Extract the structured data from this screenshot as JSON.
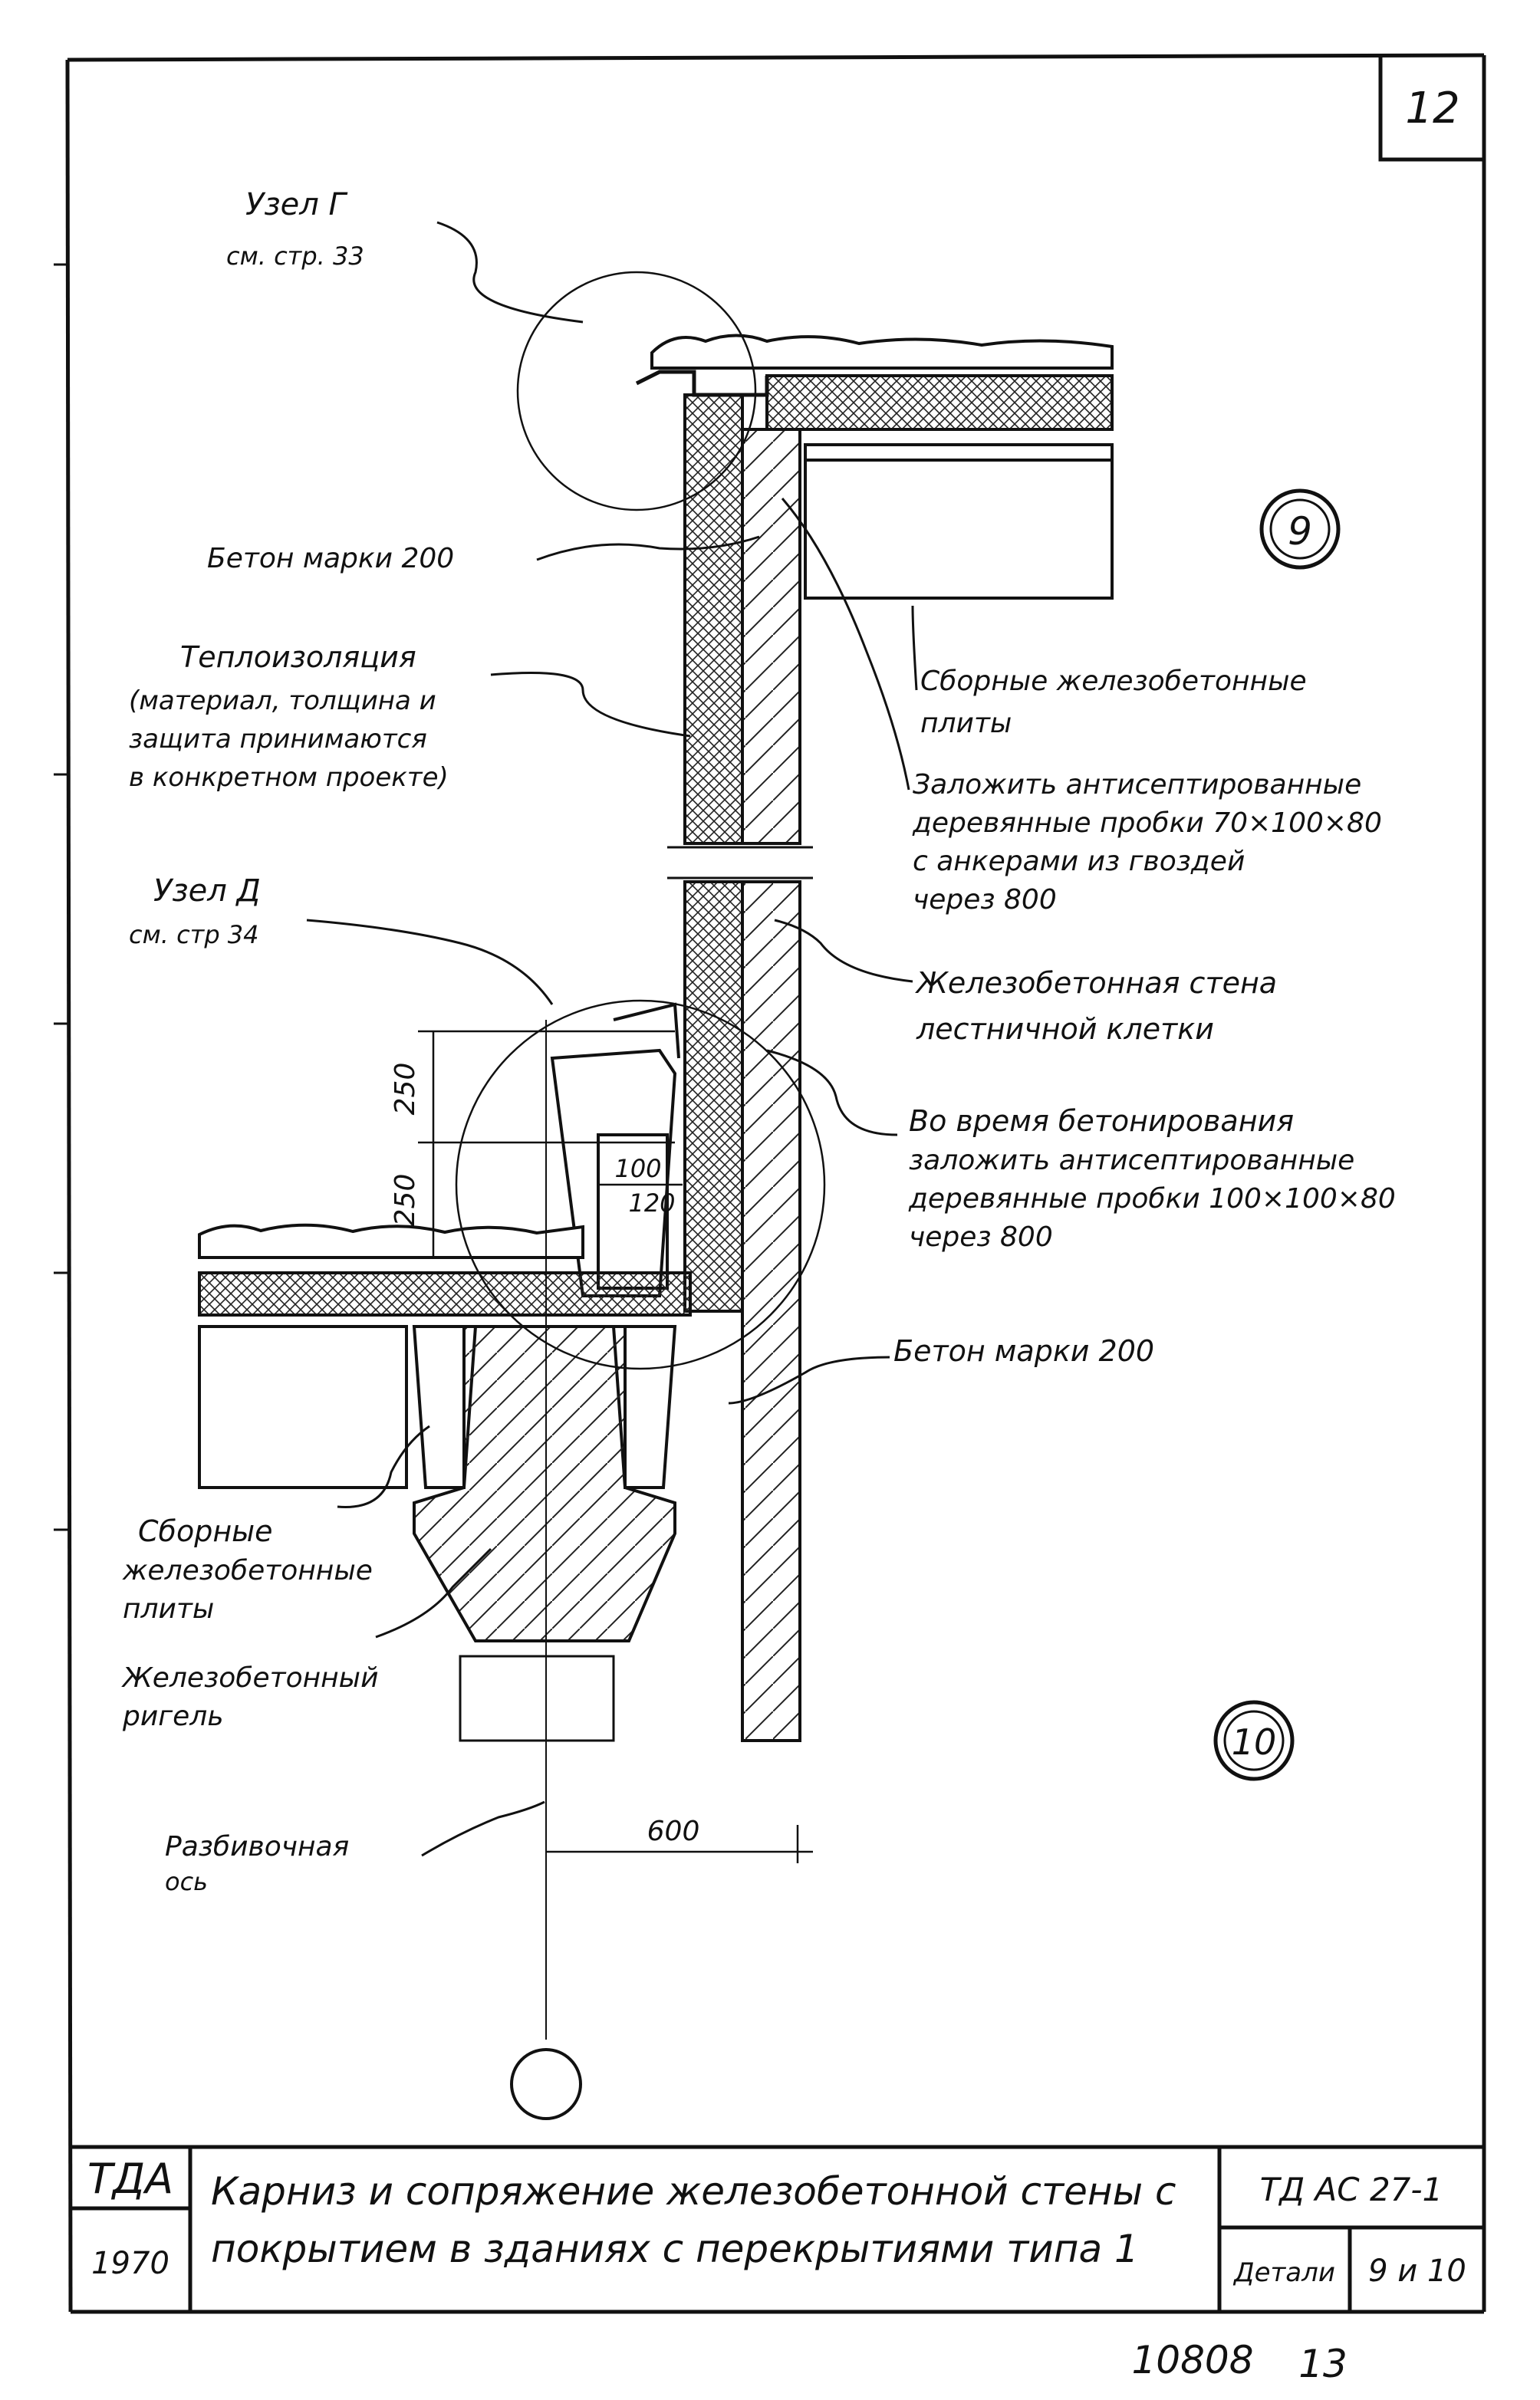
{
  "sheet": {
    "page_number": "12",
    "footer_number_1": "10808",
    "footer_number_2": "13"
  },
  "callouts": {
    "node_g_title": "Узел Г",
    "node_g_ref": "см. стр. 33",
    "node_d_title": "Узел Д",
    "node_d_ref": "см. стр 34",
    "detail_9": "9",
    "detail_10": "10"
  },
  "notes": {
    "concrete_200_top": "Бетон марки 200",
    "insulation_1": "Теплоизоляция",
    "insulation_2": "(материал, толщина и",
    "insulation_3": "защита принимаются",
    "insulation_4": "в конкретном проекте)",
    "precast_slabs_top_1": "Сборные железобетонные",
    "precast_slabs_top_2": "плиты",
    "plugs_70_1": "Заложить антисептированные",
    "plugs_70_2": "деревянные пробки 70×100×80",
    "plugs_70_3": "с анкерами из гвоздей",
    "plugs_70_4": "через 800",
    "stair_wall_1": "Железобетонная стена",
    "stair_wall_2": "лестничной клетки",
    "plugs_100_1": "Во время бетонирования",
    "plugs_100_2": "заложить антисептированные",
    "plugs_100_3": "деревянные пробки 100×100×80",
    "plugs_100_4": "через 800",
    "concrete_200_mid": "Бетон марки 200",
    "precast_slabs_bot_1": "Сборные",
    "precast_slabs_bot_2": "железобетонные",
    "precast_slabs_bot_3": "плиты",
    "beam_1": "Железобетонный",
    "beam_2": "ригель",
    "axis_1": "Разбивочная",
    "axis_2": "ось"
  },
  "dimensions": {
    "d250_top": "250",
    "d250_bot": "250",
    "d100": "100",
    "d120": "120",
    "d600": "600"
  },
  "title_block": {
    "org": "ТДА",
    "year": "1970",
    "title_line_1": "Карниз и сопряжение железобетонной стены с",
    "title_line_2": "покрытием в зданиях с перекрытиями типа 1",
    "code": "ТД АС 27-1",
    "details_label": "Детали",
    "details_value": "9 и 10"
  }
}
